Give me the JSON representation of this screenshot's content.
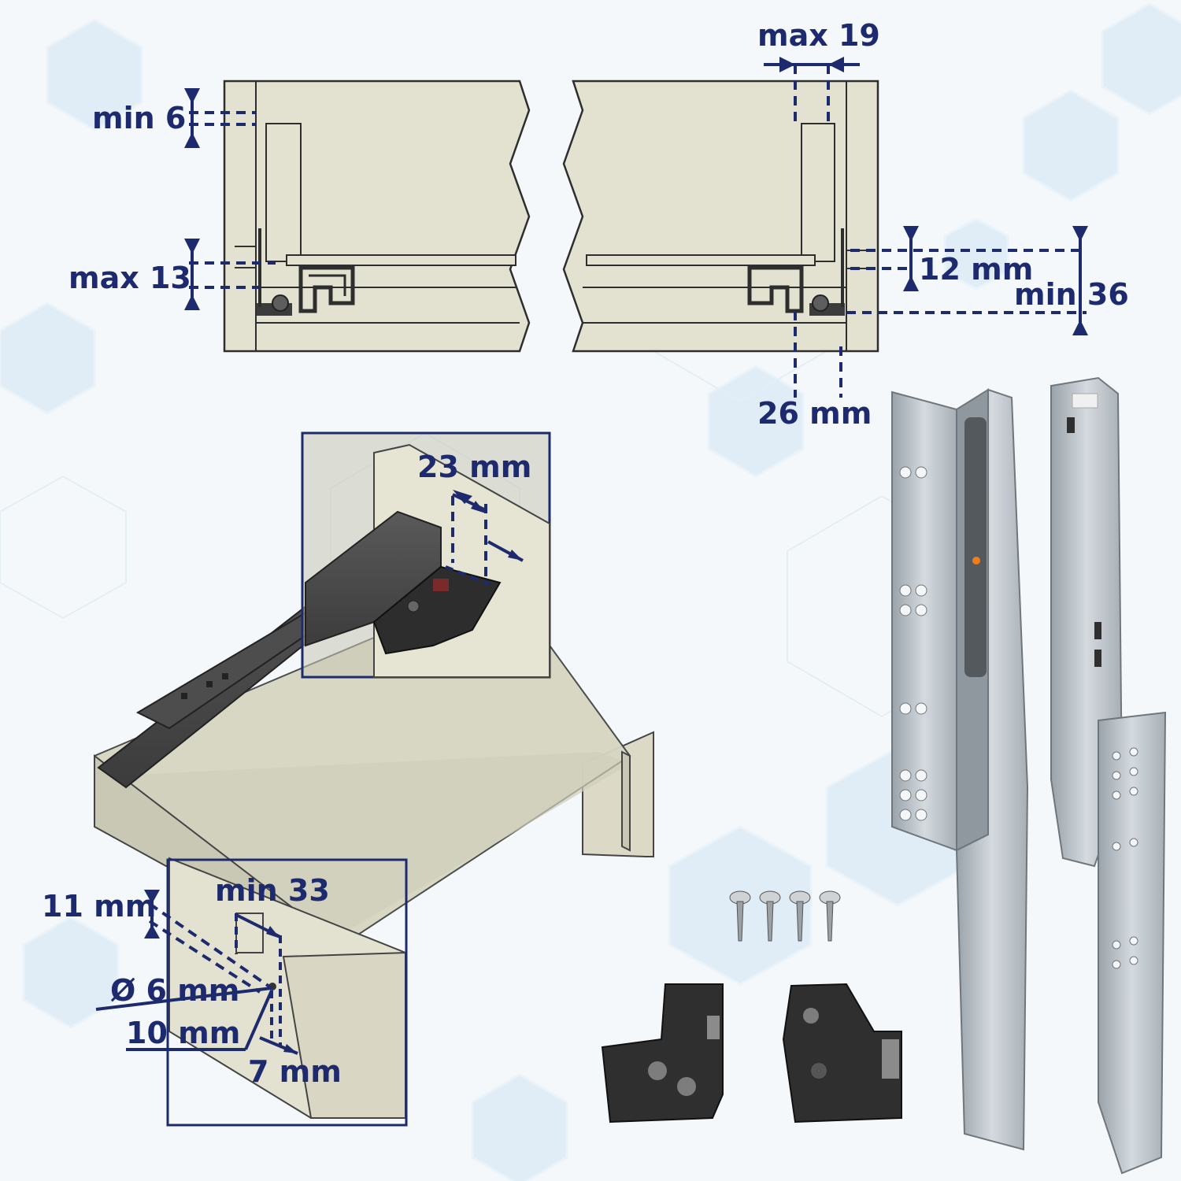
{
  "colors": {
    "dimension": "#1e2a6e",
    "panel": "#e3e1cf",
    "panel_edge": "#2e2e2e",
    "runner_dark": "#4a4a4a",
    "steel": "#b9c2c8",
    "hex_tint": "#cfe4f1"
  },
  "labels": {
    "min6": "min 6",
    "max13": "max 13",
    "max19": "max 19",
    "mm12": "12 mm",
    "min36": "min 36",
    "mm26": "26 mm",
    "mm23": "23 mm",
    "mm11": "11 mm",
    "min33": "min 33",
    "dia6": "Ø 6 mm",
    "mm10": "10 mm",
    "mm7": "7 mm"
  }
}
